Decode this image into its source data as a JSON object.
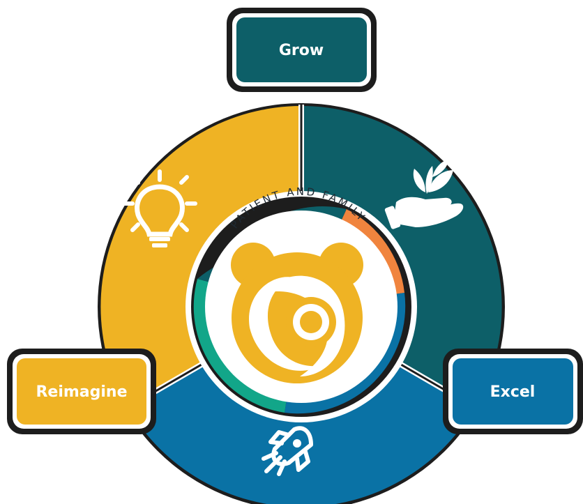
{
  "colors": {
    "grow": "#0d5f68",
    "excel": "#0a72a5",
    "reimagine": "#efb324",
    "accent_orange": "#f0843e",
    "accent_green": "#12a689",
    "outline": "#1d1d1d"
  },
  "segments": [
    {
      "key": "grow",
      "label": "Grow",
      "icon": "hand-plant-icon"
    },
    {
      "key": "excel",
      "label": "Excel",
      "icon": "rocket-icon"
    },
    {
      "key": "reimagine",
      "label": "Reimagine",
      "icon": "lightbulb-icon"
    }
  ],
  "center": {
    "text": "PATIENT AND FAMILY",
    "icon": "bear-spiral-logo"
  }
}
